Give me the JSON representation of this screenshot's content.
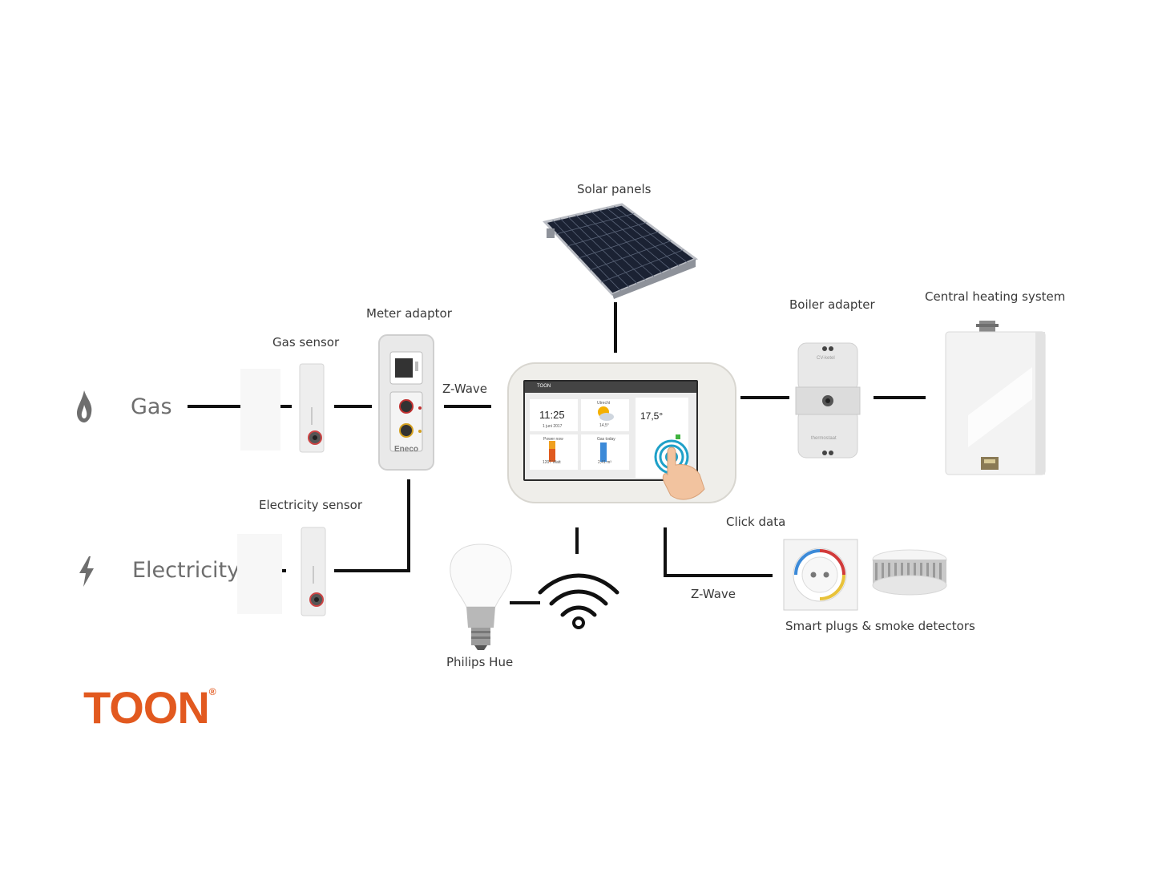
{
  "labels": {
    "solar_panels": "Solar panels",
    "meter_adaptor": "Meter adaptor",
    "gas_sensor": "Gas sensor",
    "gas": "Gas",
    "z_wave_top": "Z-Wave",
    "boiler_adapter": "Boiler adapter",
    "central_heating": "Central heating system",
    "electricity_sensor": "Electricity sensor",
    "electricity": "Electricity",
    "click_data": "Click data",
    "z_wave_bottom": "Z-Wave",
    "smart_plugs": "Smart plugs & smoke detectors",
    "philips_hue": "Philips Hue"
  },
  "device": {
    "brand": "TOON",
    "time": "11:25",
    "date": "1 juni 2017",
    "temp": "17,5°",
    "weather": "14,5°",
    "power": "1207 Watt",
    "gas": "2,41 m³",
    "power_label": "Power now",
    "gas_label": "Gas today",
    "weather_label": "Utrecht"
  },
  "meter": {
    "brand": "Eneco"
  },
  "boiler": {
    "top_text": "CV-ketel",
    "bottom_text": "thermostaat"
  },
  "logo": {
    "text": "TOON",
    "reg": "®"
  },
  "colors": {
    "brand_orange": "#e2591f",
    "line": "#111111"
  }
}
